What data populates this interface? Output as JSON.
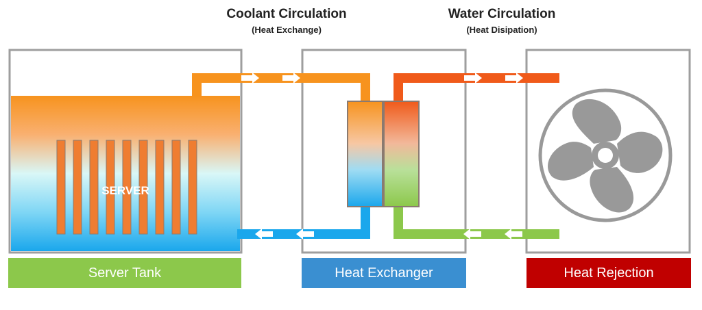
{
  "titles": {
    "coolant": {
      "main": "Coolant Circulation",
      "sub": "(Heat Exchange)"
    },
    "water": {
      "main": "Water Circulation",
      "sub": "(Heat Disipation)"
    }
  },
  "server_label": "SERVER",
  "labels": {
    "tank": "Server Tank",
    "heat_exchanger": "Heat Exchanger",
    "heat_rejection": "Heat Rejection"
  },
  "colors": {
    "tank_label": "#8cc84b",
    "hx_label": "#3a8fd1",
    "hr_label": "#c00000",
    "coolant_hot": "#f7931e",
    "coolant_cold": "#1aa7ec",
    "water_hot": "#f05a1a",
    "water_cold": "#8cc84b",
    "server_blade": "#ef7d31",
    "fan": "#999999",
    "frame": "#9e9e9e"
  },
  "icons": [
    "fan-icon",
    "arrow-right-icon",
    "arrow-left-icon"
  ]
}
